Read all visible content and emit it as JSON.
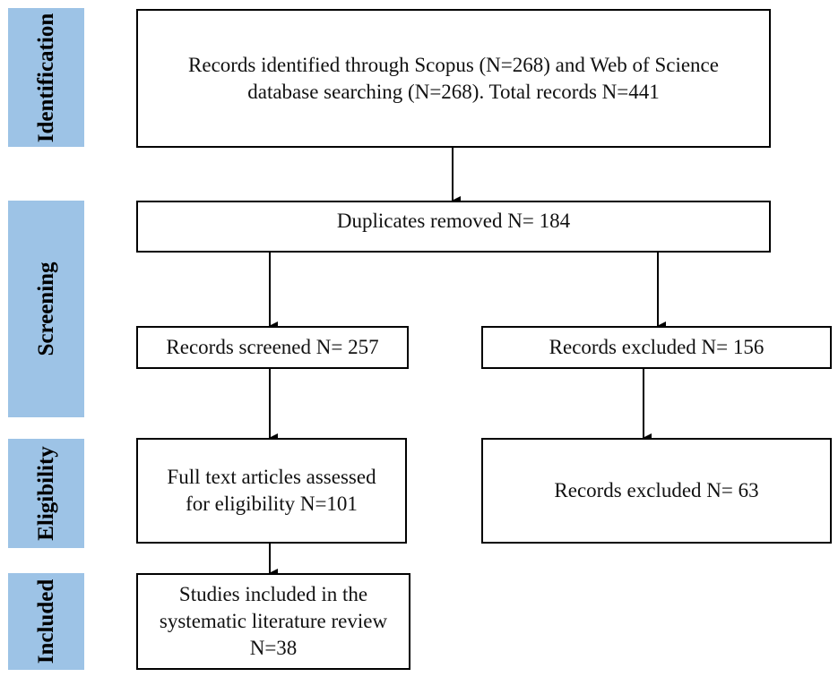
{
  "phases": {
    "identification": "Identification",
    "screening": "Screening",
    "eligibility": "Eligibility",
    "included": "Included"
  },
  "boxes": {
    "records_identified": "Records identified through Scopus (N=268) and Web of Science database searching (N=268). Total records N=441",
    "duplicates_removed": "Duplicates removed N= 184",
    "records_screened": "Records screened N= 257",
    "records_excluded_screening": "Records excluded N= 156",
    "full_text_assessed": "Full text articles assessed for eligibility N=101",
    "records_excluded_eligibility": "Records excluded N= 63",
    "studies_included": "Studies included in the systematic literature review N=38"
  },
  "colors": {
    "phase_fill": "#9dc3e6",
    "line": "#000000"
  }
}
